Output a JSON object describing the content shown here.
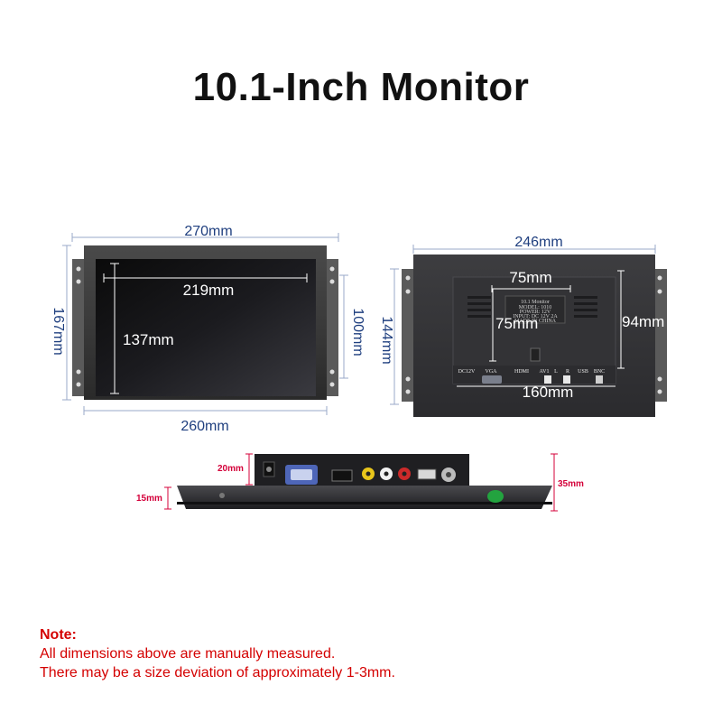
{
  "title": "10.1-Inch Monitor",
  "front": {
    "outer_width": "270mm",
    "inner_width": "260mm",
    "outer_height": "167mm",
    "screen_width": "219mm",
    "screen_height": "137mm",
    "mount_height": "100mm"
  },
  "back": {
    "outer_width": "246mm",
    "outer_height": "144mm",
    "vesa_width": "75mm",
    "vesa_height": "75mm",
    "box_height": "94mm",
    "box_width": "160mm",
    "label_text": [
      "10.1 Monitor",
      "MODEL: 1010",
      "POWER: 12V",
      "INPUT: DC 12V 2A",
      "MADE IN CHINA"
    ],
    "ports": [
      "DC12V",
      "VGA",
      "HDMI",
      "AV1",
      "L",
      "R",
      "USB",
      "BNC"
    ]
  },
  "side": {
    "port_depth": "20mm",
    "body_depth": "15mm",
    "total_depth": "35mm"
  },
  "note": {
    "heading": "Note:",
    "line1": "All dimensions above are manually measured.",
    "line2": "There may be a size deviation of approximately 1-3mm."
  },
  "colors": {
    "dimension_text": "#1f3f7f",
    "red_dimension": "#d4003a",
    "note_text": "#d40000"
  }
}
